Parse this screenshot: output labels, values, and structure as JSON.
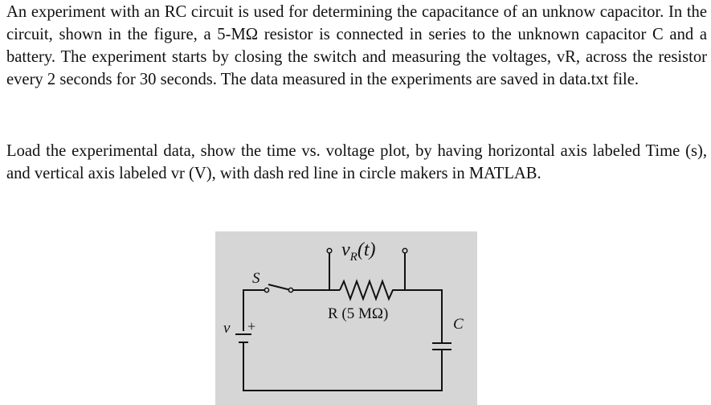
{
  "problem": {
    "paragraph1": "An experiment with an RC circuit is used for determining the capacitance of an unknow capacitor. In the circuit, shown in the figure, a 5-MΩ resistor is connected in series to the unknown capacitor C and a battery. The experiment starts by closing the switch and measuring the voltages, vR, across the resistor every 2 seconds for 30 seconds. The data measured in the experiments are saved in data.txt file.",
    "paragraph2": "Load the experimental data, show the time vs. voltage plot, by having horizontal axis labeled Time (s), and vertical axis labeled vr (V), with dash red line in circle makers in MATLAB."
  },
  "figure": {
    "vr_label_main": "v",
    "vr_label_sub": "R",
    "vr_label_arg": "(t)",
    "switch_label": "S",
    "resistor_label": "R (5 MΩ)",
    "capacitor_label": "C",
    "battery_label": "v",
    "battery_plus": "+"
  },
  "colors": {
    "figure_background": "#d6d6d6",
    "ink": "#111111"
  }
}
